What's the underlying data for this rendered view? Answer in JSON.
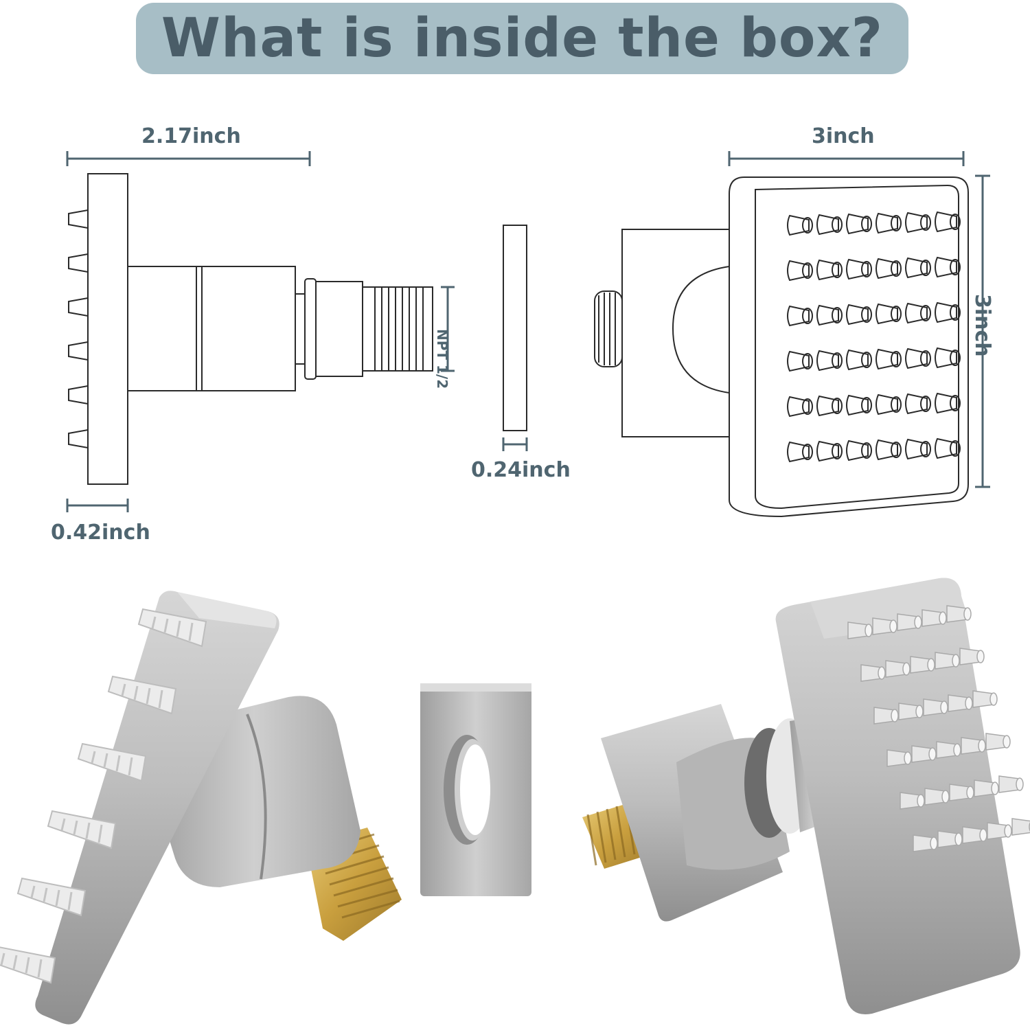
{
  "header": {
    "title": "What is inside the box?"
  },
  "dimensions": {
    "side_width": "2.17inch",
    "flange_thickness": "0.42inch",
    "thread_size": "NPT 1/2",
    "washer_thickness": "0.24inch",
    "face_width": "3inch",
    "face_height": "3inch"
  },
  "colors": {
    "banner": "#a7bec6",
    "banner_text": "#4a5d68",
    "dimension_text": "#4f6570",
    "line_art": "#2a2a2a",
    "metal": "#b9b9b9",
    "brass": "#d2ae52"
  }
}
